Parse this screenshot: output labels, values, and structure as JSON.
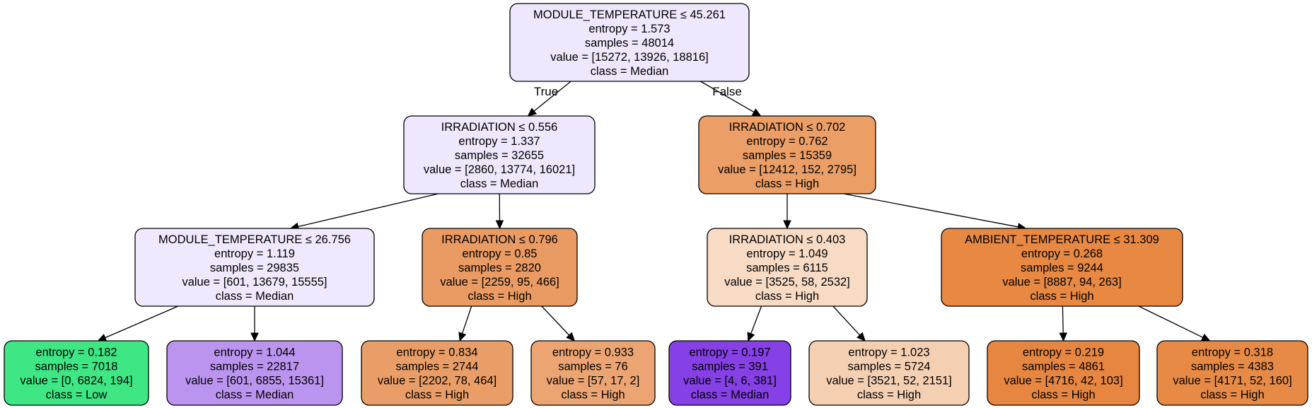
{
  "tree": {
    "nodes": [
      {
        "id": "n0",
        "fill": "#efe8fc",
        "lines": [
          "MODULE_TEMPERATURE ≤ 45.261",
          "entropy = 1.573",
          "samples = 48014",
          "value = [15272, 13926, 18816]",
          "class = Median"
        ]
      },
      {
        "id": "n1",
        "fill": "#efe7fc",
        "lines": [
          "IRRADIATION ≤ 0.556",
          "entropy = 1.337",
          "samples = 32655",
          "value = [2860, 13774, 16021]",
          "class = Median"
        ]
      },
      {
        "id": "n2",
        "fill": "#eb9e66",
        "lines": [
          "IRRADIATION ≤ 0.702",
          "entropy = 0.762",
          "samples = 15359",
          "value = [12412, 152, 2795]",
          "class = High"
        ]
      },
      {
        "id": "n3",
        "fill": "#f0e8fc",
        "lines": [
          "MODULE_TEMPERATURE ≤ 26.756",
          "entropy = 1.119",
          "samples = 29835",
          "value = [601, 13679, 15555]",
          "class = Median"
        ]
      },
      {
        "id": "n4",
        "fill": "#ea9b63",
        "lines": [
          "IRRADIATION ≤ 0.796",
          "entropy = 0.85",
          "samples = 2820",
          "value = [2259, 95, 466]",
          "class = High"
        ]
      },
      {
        "id": "n5",
        "fill": "#f8dbc5",
        "lines": [
          "IRRADIATION ≤ 0.403",
          "entropy = 1.049",
          "samples = 6115",
          "value = [3525, 58, 2532]",
          "class = High"
        ]
      },
      {
        "id": "n6",
        "fill": "#e78843",
        "lines": [
          "AMBIENT_TEMPERATURE ≤ 31.309",
          "entropy = 0.268",
          "samples = 9244",
          "value = [8887, 94, 263]",
          "class = High"
        ]
      },
      {
        "id": "n7",
        "fill": "#3ee684",
        "lines": [
          "entropy = 0.182",
          "samples = 7018",
          "value = [0, 6824, 194]",
          "class = Low"
        ]
      },
      {
        "id": "n8",
        "fill": "#bb94f0",
        "lines": [
          "entropy = 1.044",
          "samples = 22817",
          "value = [601, 6855, 15361]",
          "class = Median"
        ]
      },
      {
        "id": "n9",
        "fill": "#ea9e67",
        "lines": [
          "entropy = 0.834",
          "samples = 2744",
          "value = [2202, 78, 464]",
          "class = High"
        ]
      },
      {
        "id": "n10",
        "fill": "#eca572",
        "lines": [
          "entropy = 0.933",
          "samples = 76",
          "value = [57, 17, 2]",
          "class = High"
        ]
      },
      {
        "id": "n11",
        "fill": "#8540e6",
        "lines": [
          "entropy = 0.197",
          "samples = 391",
          "value = [4, 6, 381]",
          "class = Median"
        ]
      },
      {
        "id": "n12",
        "fill": "#f5cfb2",
        "lines": [
          "entropy = 1.023",
          "samples = 5724",
          "value = [3521, 52, 2151]",
          "class = High"
        ]
      },
      {
        "id": "n13",
        "fill": "#e78641",
        "lines": [
          "entropy = 0.219",
          "samples = 4861",
          "value = [4716, 42, 103]",
          "class = High"
        ]
      },
      {
        "id": "n14",
        "fill": "#e78a46",
        "lines": [
          "entropy = 0.318",
          "samples = 4383",
          "value = [4171, 52, 160]",
          "class = High"
        ]
      }
    ],
    "edges": [
      {
        "from": "n0",
        "to": "n1",
        "label": "True"
      },
      {
        "from": "n0",
        "to": "n2",
        "label": "False"
      },
      {
        "from": "n1",
        "to": "n3",
        "label": ""
      },
      {
        "from": "n1",
        "to": "n4",
        "label": ""
      },
      {
        "from": "n2",
        "to": "n5",
        "label": ""
      },
      {
        "from": "n2",
        "to": "n6",
        "label": ""
      },
      {
        "from": "n3",
        "to": "n7",
        "label": ""
      },
      {
        "from": "n3",
        "to": "n8",
        "label": ""
      },
      {
        "from": "n4",
        "to": "n9",
        "label": ""
      },
      {
        "from": "n4",
        "to": "n10",
        "label": ""
      },
      {
        "from": "n5",
        "to": "n11",
        "label": ""
      },
      {
        "from": "n5",
        "to": "n12",
        "label": ""
      },
      {
        "from": "n6",
        "to": "n13",
        "label": ""
      },
      {
        "from": "n6",
        "to": "n14",
        "label": ""
      }
    ]
  }
}
